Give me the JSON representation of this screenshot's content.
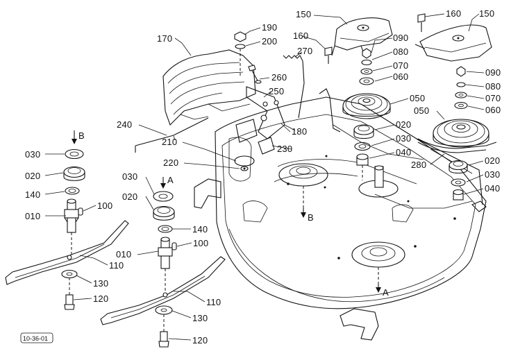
{
  "labels": {
    "p150a": "150",
    "p150b": "150",
    "p190": "190",
    "p200": "200",
    "p170": "170",
    "p270": "270",
    "p160a": "160",
    "p160b": "160",
    "p090a": "090",
    "p080a": "080",
    "p070a": "070",
    "p060a": "060",
    "p090b": "090",
    "p080b": "080",
    "p070b": "070",
    "p060b": "060",
    "p260": "260",
    "p250": "250",
    "p050a": "050",
    "p050b": "050",
    "p240": "240",
    "p180": "180",
    "p020a": "020",
    "p030a": "030",
    "p040a": "040",
    "p020b": "020",
    "p030b": "030",
    "p040b": "040",
    "p210": "210",
    "p230": "230",
    "p220": "220",
    "p280": "280",
    "p030l": "030",
    "p020l": "020",
    "p140l": "140",
    "p010l": "010",
    "p100l": "100",
    "p110l": "110",
    "p130l": "130",
    "p120l": "120",
    "p030m": "030",
    "p020m": "020",
    "p140m": "140",
    "p010m": "010",
    "p100m": "100",
    "p110m": "110",
    "p130m": "130",
    "p120m": "120"
  },
  "arrows": {
    "b_top": "B",
    "a_top": "A",
    "b_deck": "B",
    "a_deck": "A"
  },
  "figure_code": "10-36-01"
}
